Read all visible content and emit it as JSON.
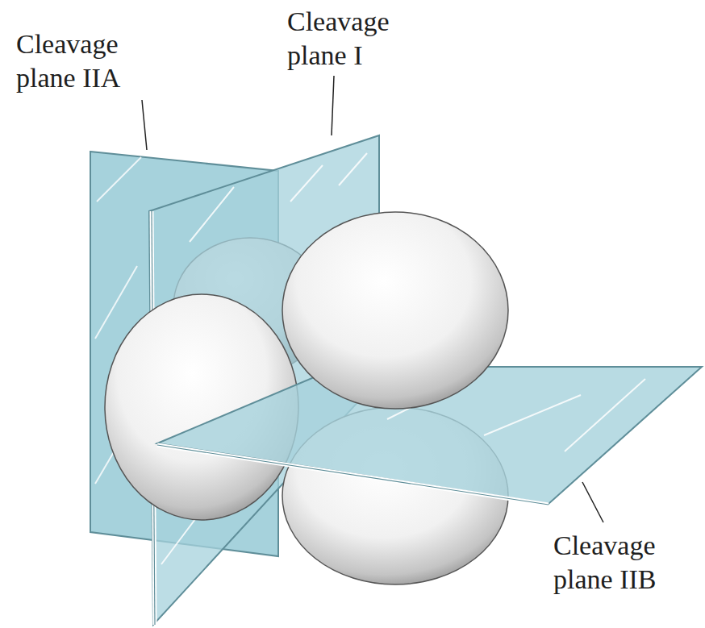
{
  "diagram": {
    "labels": [
      "Cleavage plane IIA",
      "Cleavage plane I",
      "Cleavage plane IIB"
    ]
  }
}
